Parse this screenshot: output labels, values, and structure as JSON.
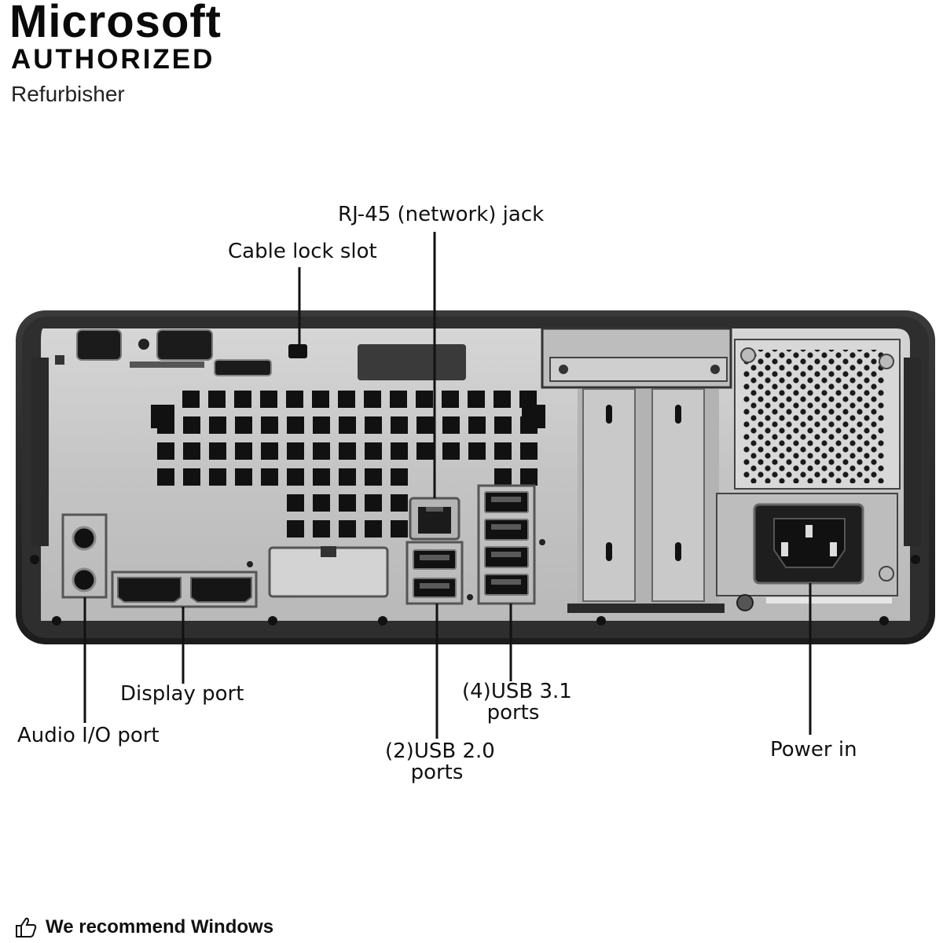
{
  "branding": {
    "line1": "Microsoft",
    "line2": "AUTHORIZED",
    "line3": "Refurbisher"
  },
  "labels": {
    "rj45": "RJ-45 (network) jack",
    "cable_lock": "Cable lock slot",
    "display_port": "Display port",
    "audio_io": "Audio I/O port",
    "usb31_line1": "(4)USB 3.1",
    "usb31_line2": "ports",
    "usb20_line1": "(2)USB 2.0",
    "usb20_line2": "ports",
    "power_in": "Power in"
  },
  "footer": {
    "text": "We recommend Windows",
    "icon": "thumbs-up-icon"
  },
  "colors": {
    "chassis": "#2b2b2b",
    "panel": "#c9c9c9",
    "vent": "#111111",
    "leader": "#111111"
  }
}
